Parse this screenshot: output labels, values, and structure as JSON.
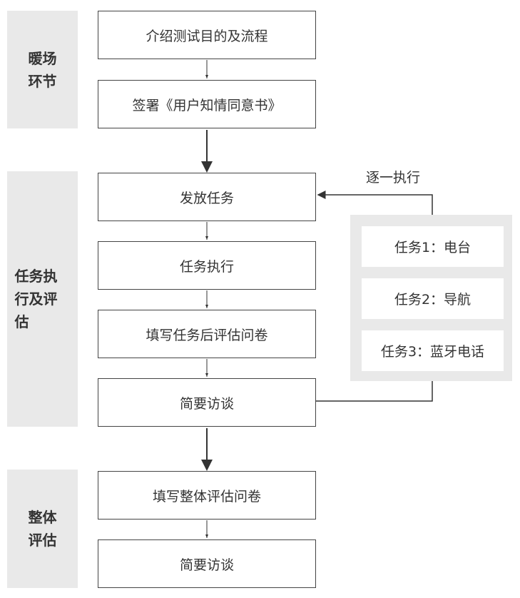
{
  "stages": [
    {
      "label": "暖场环节"
    },
    {
      "label": "任务执行及评估"
    },
    {
      "label": "整体评估"
    }
  ],
  "steps": [
    "介绍测试目的及流程",
    "签署《用户知情同意书》",
    "发放任务",
    "任务执行",
    "填写任务后评估问卷",
    "简要访谈",
    "填写整体评估问卷",
    "简要访谈"
  ],
  "loop_label": "逐一执行",
  "tasks": [
    "任务1：电台",
    "任务2：导航",
    "任务3：蓝牙电话"
  ],
  "colors": {
    "stage_bg": "#e9e9e9",
    "border": "#444444",
    "text": "#333333"
  }
}
